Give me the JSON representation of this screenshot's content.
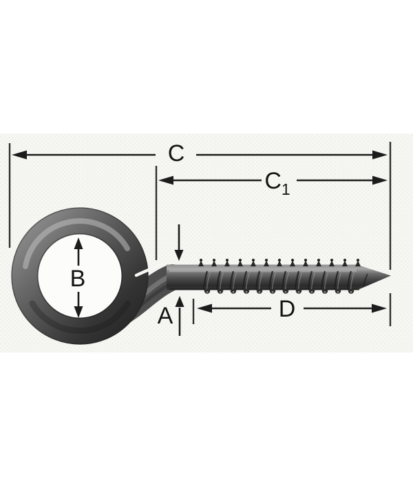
{
  "figure": {
    "kind": "technical-dimension-diagram",
    "subject": "screw-eye-with-threaded-shank",
    "colors": {
      "background": "#ffffff",
      "drawing_band": "#f6f6f3",
      "halftone_dot": "#e9e9e5",
      "dimension_line": "#1c1c1c",
      "label_text": "#141414",
      "metal_dark": "#2c2c2c",
      "metal_mid": "#555555",
      "metal_light": "#a8a8a8",
      "eye_hole": "#fdfdfc"
    }
  },
  "dimensions": {
    "overall_length": {
      "label": "C"
    },
    "shank_length": {
      "base": "C",
      "sub": "1"
    },
    "eye_inner_diameter": {
      "label": "B"
    },
    "shank_diameter": {
      "label": "A"
    },
    "thread_length": {
      "label": "D"
    }
  }
}
